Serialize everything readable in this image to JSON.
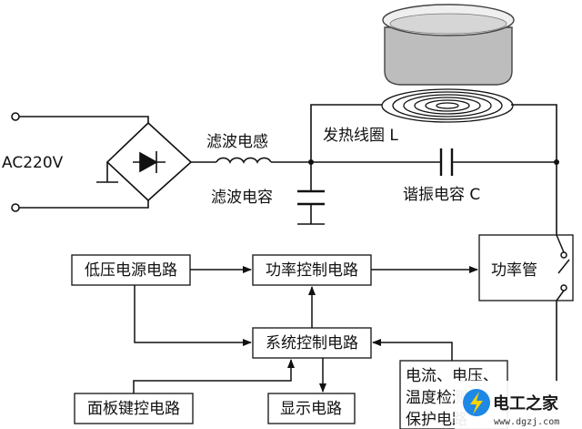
{
  "labels": {
    "ac_source": "AC220V",
    "filter_inductor": "滤波电感",
    "filter_capacitor": "滤波电容",
    "heating_coil": "发热线圈 L",
    "resonant_capacitor": "谐振电容 C"
  },
  "blocks": {
    "low_voltage_supply": "低压电源电路",
    "power_control": "功率控制电路",
    "power_tube": "功率管",
    "system_control": "系统控制电路",
    "panel_keys": "面板键控电路",
    "display": "显示电路",
    "protection_line1": "电流、电压、",
    "protection_line2": "温度检测",
    "protection_line3": "保护电路"
  },
  "watermark": {
    "brand": "电工之家",
    "url": "www.dgzj.com"
  },
  "colors": {
    "line": "#111111",
    "box_border": "#222222",
    "pot_top": "#e8e8e8",
    "pot_body": "#bdbdbd",
    "watermark_bg": "#ffffff"
  }
}
